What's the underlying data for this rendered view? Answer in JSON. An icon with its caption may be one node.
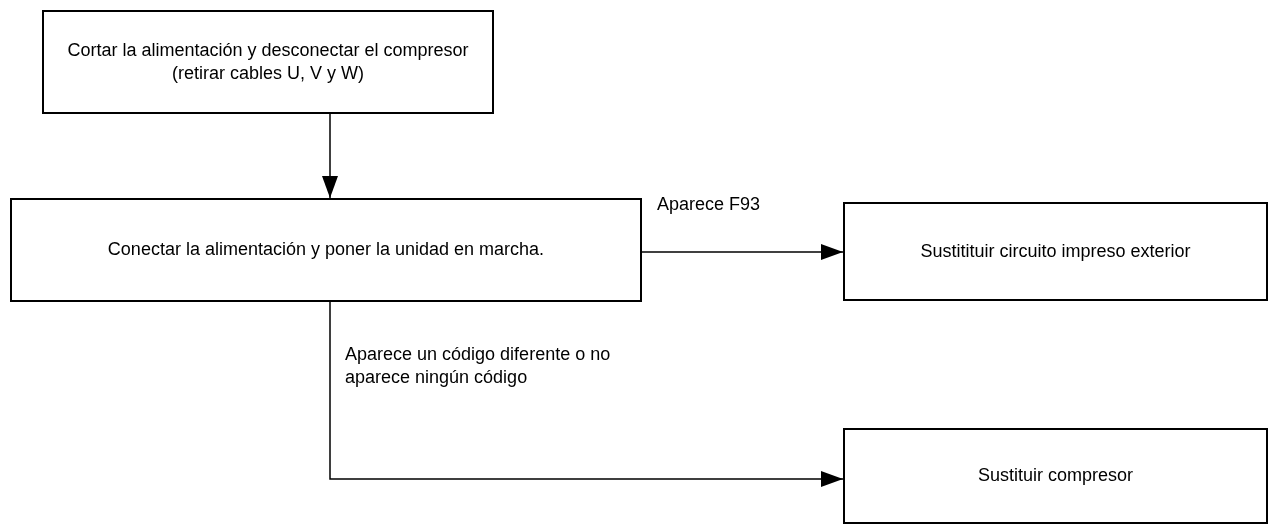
{
  "diagram": {
    "nodes": [
      {
        "text": [
          "Cortar la alimentación y desconectar el compresor (retirar cables U, V y W)"
        ]
      },
      {
        "text": [
          "Conectar la alimentación y poner la unidad en marcha."
        ]
      },
      {
        "text": [
          "Sustitituir circuito impreso exterior"
        ]
      },
      {
        "text": [
          "Sustituir compresor"
        ]
      }
    ],
    "edges": [
      {
        "from": 0,
        "to": 1,
        "arrow": "to"
      },
      {
        "from": 1,
        "to": 2,
        "arrow": "to",
        "label": "Aparece F93"
      },
      {
        "from": 1,
        "to": 3,
        "arrow": "to",
        "label": "Aparece un código diferente o no aparece ningún código"
      }
    ]
  }
}
